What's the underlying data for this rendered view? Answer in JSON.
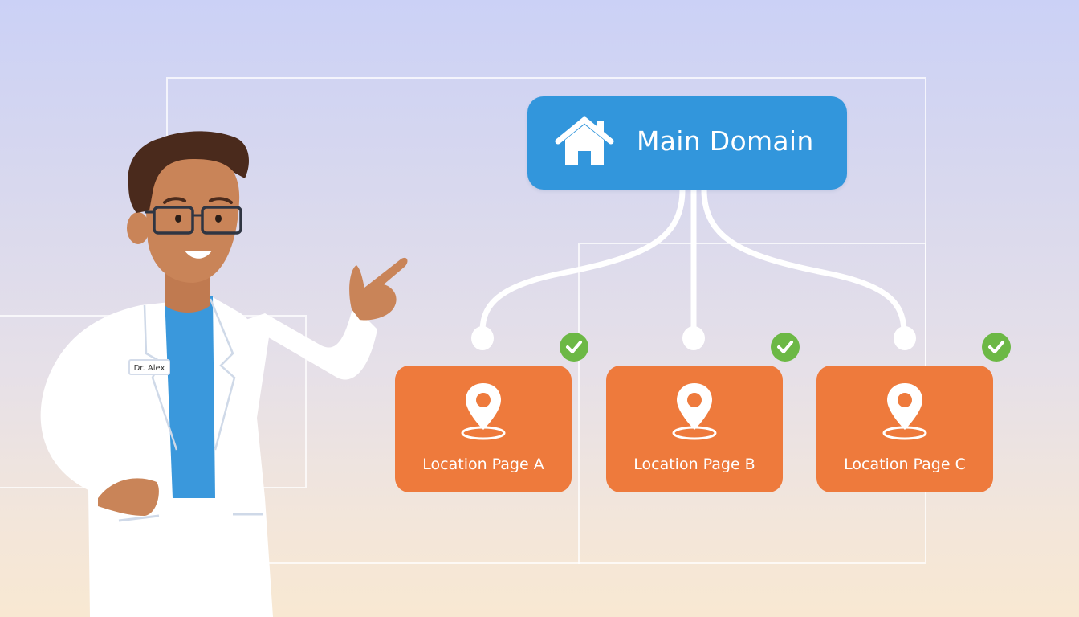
{
  "diagram": {
    "root": {
      "label": "Main Domain",
      "icon": "home-icon",
      "color": "#3296dc"
    },
    "children": [
      {
        "label": "Location Page A",
        "icon": "map-pin-icon",
        "status": "check-icon",
        "color": "#ee7a3c"
      },
      {
        "label": "Location Page B",
        "icon": "map-pin-icon",
        "status": "check-icon",
        "color": "#ee7a3c"
      },
      {
        "label": "Location Page C",
        "icon": "map-pin-icon",
        "status": "check-icon",
        "color": "#ee7a3c"
      }
    ],
    "status_color": "#6cb845"
  },
  "character": {
    "name_tag": "Dr. Alex",
    "role": "doctor in lab coat pointing at diagram",
    "shirt_color": "#3a98dc",
    "pants_color": "#4d5a74"
  }
}
